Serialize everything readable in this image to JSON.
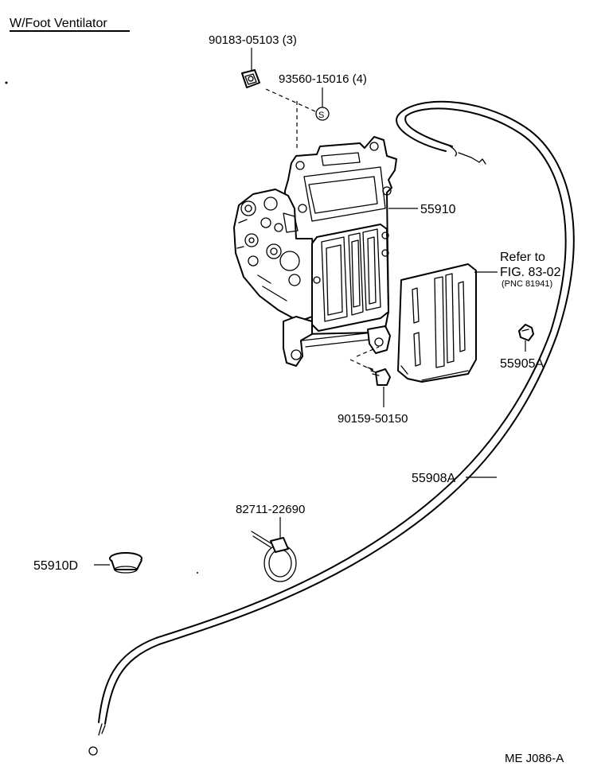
{
  "title": "W/Foot Ventilator",
  "parts": {
    "nut_clip": "90183-05103 (3)",
    "screw_s": "93560-15016 (4)",
    "screw_s_mark": "S",
    "damper_case": "55910",
    "refer_line1": "Refer to",
    "refer_line2": "FIG. 83-02",
    "refer_pnc": "(PNC 81941)",
    "clip": "55905A",
    "bolt": "90159-50150",
    "control_cable": "55908A",
    "clamp": "82711-22690",
    "grommet": "55910D"
  },
  "figure_code": "ME J086-A"
}
